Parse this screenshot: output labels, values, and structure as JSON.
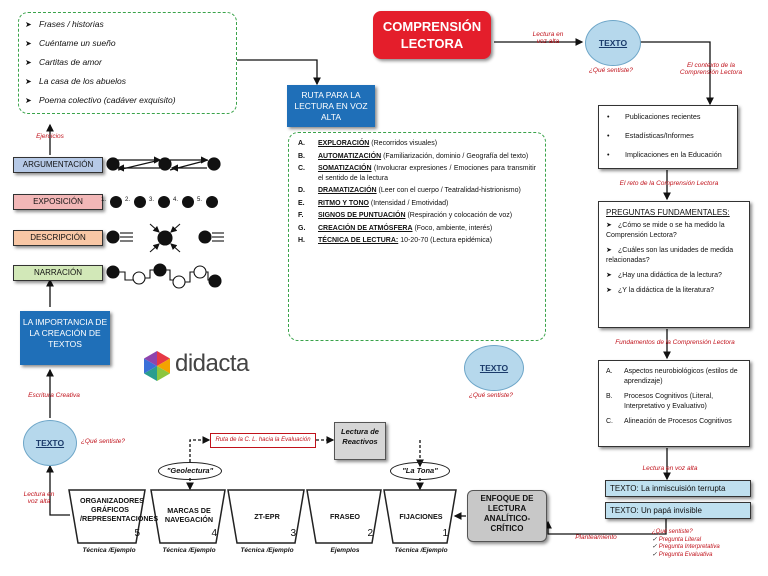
{
  "title": "COMPRENSIÓN LECTORA",
  "exercises_box": {
    "items": [
      "Frases / historias",
      "Cuéntame un sueño",
      "Cartitas de amor",
      "La casa de los abuelos",
      "Poema colectivo (cadáver exquisito)"
    ],
    "label": "Ejercicios"
  },
  "left_types": [
    "ARGUMENTACIÓN",
    "EXPOSICIÓN",
    "DESCRIPCIÓN",
    "NARRACIÓN"
  ],
  "exposition_nums": [
    "1.",
    "2.",
    "3.",
    "4.",
    "5."
  ],
  "importance_box": "LA IMPORTANCIA DE LA CREACIÓN DE TEXTOS",
  "escritura_label": "Escritura Creativa",
  "route": {
    "title": "RUTA PARA LA LECTURA EN VOZ ALTA",
    "items": [
      {
        "letter": "A.",
        "head": "EXPLORACIÓN",
        "rest": " (Recorridos visuales)"
      },
      {
        "letter": "B.",
        "head": "AUTOMATIZACIÓN",
        "rest": " (Familiarización, dominio / Geografía del texto)"
      },
      {
        "letter": "C.",
        "head": "SOMATIZACIÓN",
        "rest": " (Involucrar expresiones / Emociones para transmitir el sentido de la lectura"
      },
      {
        "letter": "D.",
        "head": "DRAMATIZACIÓN",
        "rest": " (Leer con el cuerpo / Teatralidad-histrionismo)"
      },
      {
        "letter": "E.",
        "head": "RITMO Y TONO",
        "rest": " (Intensidad / Emotividad)"
      },
      {
        "letter": "F.",
        "head": "SIGNOS DE PUNTUACIÓN",
        "rest": " (Respiración y colocación de voz)"
      },
      {
        "letter": "G.",
        "head": "CREACIÓN DE ATMÓSFERA",
        "rest": " (Foco, ambiente, interés)"
      },
      {
        "letter": "H.",
        "head": "TÉCNICA DE LECTURA:",
        "rest": " 10-20-70 (Lectura epidémica)"
      }
    ]
  },
  "texto": "TEXTO",
  "que_sentiste": "¿Qué sentiste?",
  "lectura_voz_alta": "Lectura en voz alta",
  "contexto_label": "El contexto de la Comprensión Lectora",
  "context_items": [
    "Publicaciones recientes",
    "Estadísticas/Informes",
    "Implicaciones en la Educación"
  ],
  "reto_label": "El reto de la Comprensión Lectora",
  "preguntas": {
    "title": "PREGUNTAS FUNDAMENTALES:",
    "items": [
      "¿Cómo se mide o se ha medido la Comprensión Lectora?",
      "¿Cuáles son las unidades de medida relacionadas?",
      "¿Hay una didáctica de la lectura?",
      "¿Y la didáctica de la literatura?"
    ]
  },
  "fundamentos_label": "Fundamentos de la Comprensión Lectora",
  "aspectos": [
    {
      "letter": "A.",
      "text": "Aspectos neurobiológicos (estilos de aprendizaje)"
    },
    {
      "letter": "B.",
      "text": "Procesos Cognitivos (Literal, Interpretativo y Evaluativo)"
    },
    {
      "letter": "C.",
      "text": "Alineación de Procesos Cognitivos"
    }
  ],
  "lectura_voz_alta2": "Lectura en voz alta",
  "texto_strips": [
    "TEXTO: La inmiscuisión terrupta",
    "TEXTO: Un papá invisible"
  ],
  "planteamiento": "Planteamiento",
  "sentiste_list": {
    "head": "¿Qué sentiste?",
    "items": [
      "Pregunta Literal",
      "Pregunta Interpretativa",
      "Pregunta Evaluativa"
    ]
  },
  "enfoque": "ENFOQUE DE LECTURA ANALÍTICO-CRÍTICO",
  "steps": [
    {
      "num": "5",
      "text": "ORGANIZADORES GRÁFICOS /REPRESENTACIONES",
      "caption": "Técnica /Ejemplo"
    },
    {
      "num": "4",
      "text": "MARCAS DE NAVEGACIÓN",
      "caption": "Técnica /Ejemplo"
    },
    {
      "num": "3",
      "text": "ZT-EPR",
      "caption": "Técnica /Ejemplo"
    },
    {
      "num": "2",
      "text": "FRASEO",
      "caption": "Ejemplos"
    },
    {
      "num": "1",
      "text": "FIJACIONES",
      "caption": "Técnica /Ejemplo"
    }
  ],
  "geolectura": "\"Geolectura\"",
  "la_tona": "\"La Tona\"",
  "ruta_cl": "Ruta de la C. L. hacia la Evaluación",
  "lectura_reactivos": "Lectura de Reactivos",
  "logo_text": "didacta",
  "colors": {
    "red_title": "#e41e2b",
    "blue_box": "#1f6fb8",
    "green_dash": "#3aa34a",
    "texto_blue": "#b6d8ec"
  }
}
